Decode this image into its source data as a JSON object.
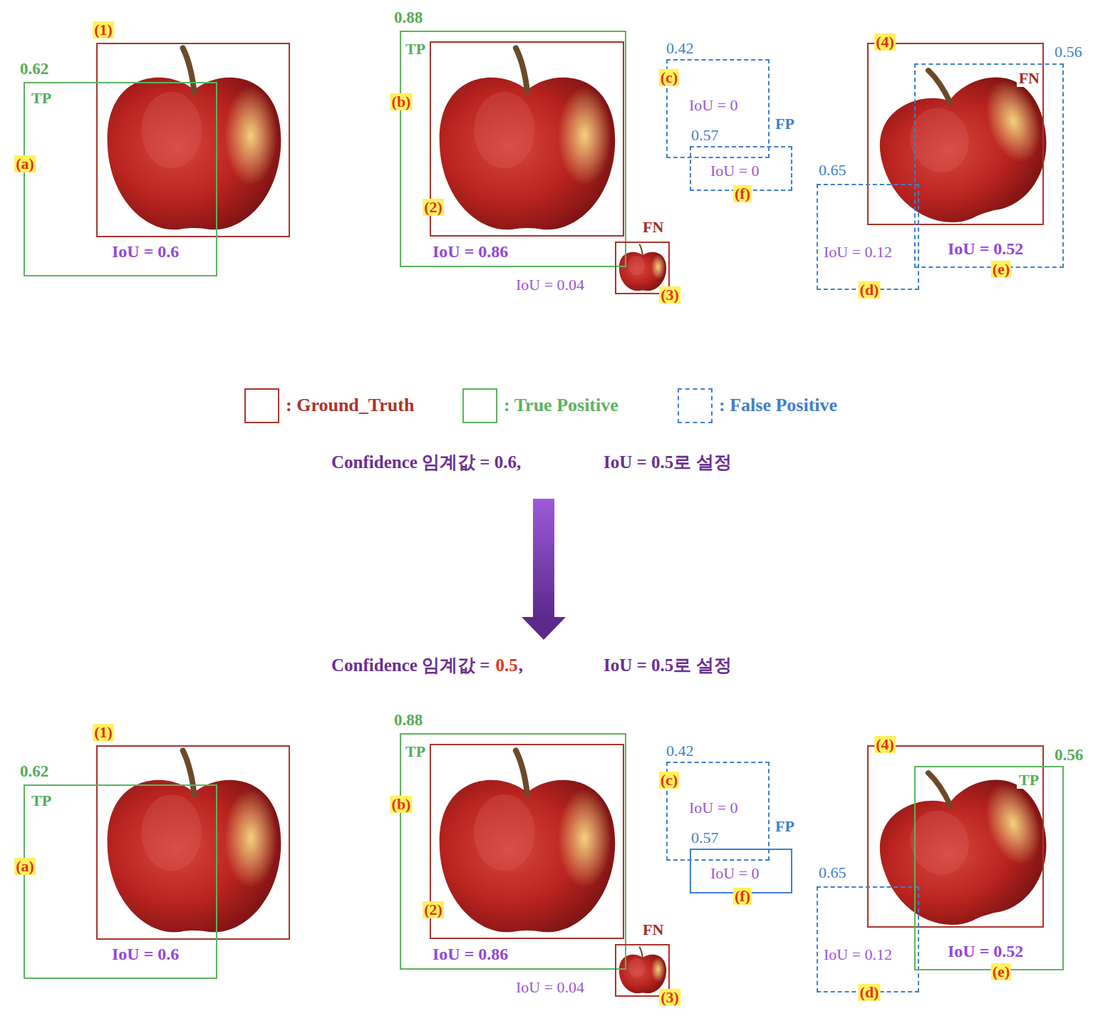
{
  "diagram": {
    "nodes": [
      {
        "text": [
          "(1)"
        ]
      },
      {
        "text": [
          "0.62",
          "TP",
          "(a)",
          "IoU = 0.6"
        ]
      },
      {
        "text": [
          "0.88",
          "TP",
          "(b)",
          "IoU = 0.86"
        ]
      },
      {
        "text": [
          "(2)"
        ]
      },
      {
        "text": [
          "FN",
          "IoU = 0.04",
          "(3)"
        ]
      },
      {
        "text": [
          "0.42",
          "(c)",
          "IoU = 0"
        ]
      },
      {
        "text": [
          "0.57",
          "IoU = 0",
          "(f)"
        ]
      },
      {
        "text": [
          "(4)",
          "FN"
        ]
      },
      {
        "text": [
          "0.65",
          "IoU = 0.12",
          "(d)"
        ]
      },
      {
        "text": [
          "0.56",
          "IoU = 0.52",
          "(e)"
        ]
      },
      {
        "text": [
          "(1)"
        ]
      },
      {
        "text": [
          "0.62",
          "TP",
          "(a)",
          "IoU = 0.6"
        ]
      },
      {
        "text": [
          "0.88",
          "TP",
          "(b)",
          "IoU = 0.86"
        ]
      },
      {
        "text": [
          "(2)"
        ]
      },
      {
        "text": [
          "FN",
          "IoU = 0.04",
          "(3)"
        ]
      },
      {
        "text": [
          "0.42",
          "(c)",
          "IoU = 0"
        ]
      },
      {
        "text": [
          "0.57",
          "IoU = 0",
          "(f)"
        ]
      },
      {
        "text": [
          "(4)"
        ]
      },
      {
        "text": [
          "0.65",
          "IoU = 0.12",
          "(d)"
        ]
      },
      {
        "text": [
          "0.56",
          "TP",
          "IoU = 0.52",
          "(e)"
        ]
      }
    ],
    "labels": [
      "FP",
      "Confidence 임계값 = 0.6,",
      "IoU = 0.5로 설정",
      "Confidence 임계값 =",
      "0.5",
      ",",
      "IoU = 0.5로 설정",
      "FP"
    ],
    "legend": [
      {
        "text": ": Ground_Truth",
        "color": "#a9352b"
      },
      {
        "text": ": True Positive",
        "color": "#5cb35f"
      },
      {
        "text": ": False Positive",
        "color": "#3f7fca"
      }
    ]
  }
}
